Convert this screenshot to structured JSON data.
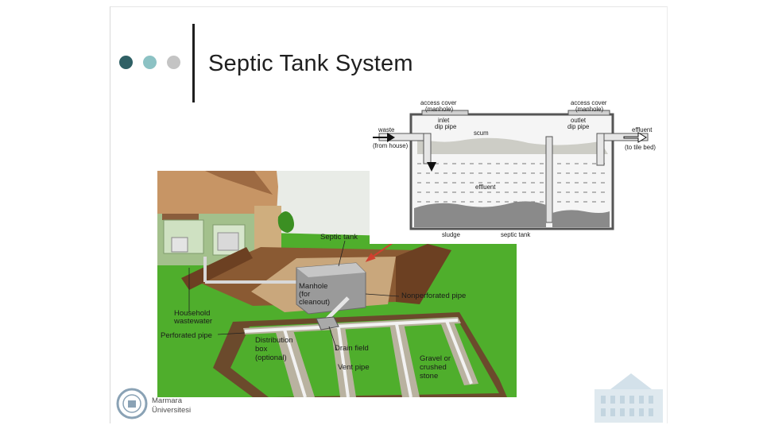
{
  "slide": {
    "title": "Septic Tank System"
  },
  "colors": {
    "dot1": "#2f6065",
    "dot2": "#8cc2c4",
    "dot3": "#c4c4c4",
    "arrow": "#d04030",
    "grass": "#4fae2c"
  },
  "illustration": {
    "labels": {
      "septic_tank": "Septic tank",
      "manhole_1": "Manhole",
      "manhole_2": "(for",
      "manhole_3": "cleanout)",
      "nonperforated_pipe": "Nonperforated pipe",
      "household_1": "Household",
      "household_2": "wastewater",
      "perforated_pipe": "Perforated pipe",
      "distbox_1": "Distribution",
      "distbox_2": "box",
      "distbox_3": "(optional)",
      "drain_field": "Drain field",
      "vent_pipe": "Vent pipe",
      "gravel_1": "Gravel or",
      "gravel_2": "crushed",
      "gravel_3": "stone"
    }
  },
  "cross_section": {
    "labels": {
      "access_cover_left_1": "access cover",
      "access_cover_left_2": "(manhole)",
      "access_cover_right_1": "access cover",
      "access_cover_right_2": "(manhole)",
      "inlet_1": "inlet",
      "inlet_2": "dip pipe",
      "outlet_1": "outlet",
      "outlet_2": "dip pipe",
      "waste": "waste",
      "from_house": "(from house)",
      "scum": "scum",
      "effluent_in": "effluent",
      "effluent_out": "effluent",
      "to_tile_bed": "(to tile bed)",
      "sludge": "sludge",
      "septic_tank": "septic tank"
    }
  },
  "logo": {
    "line1": "Marmara",
    "line2": "Üniversitesi"
  }
}
